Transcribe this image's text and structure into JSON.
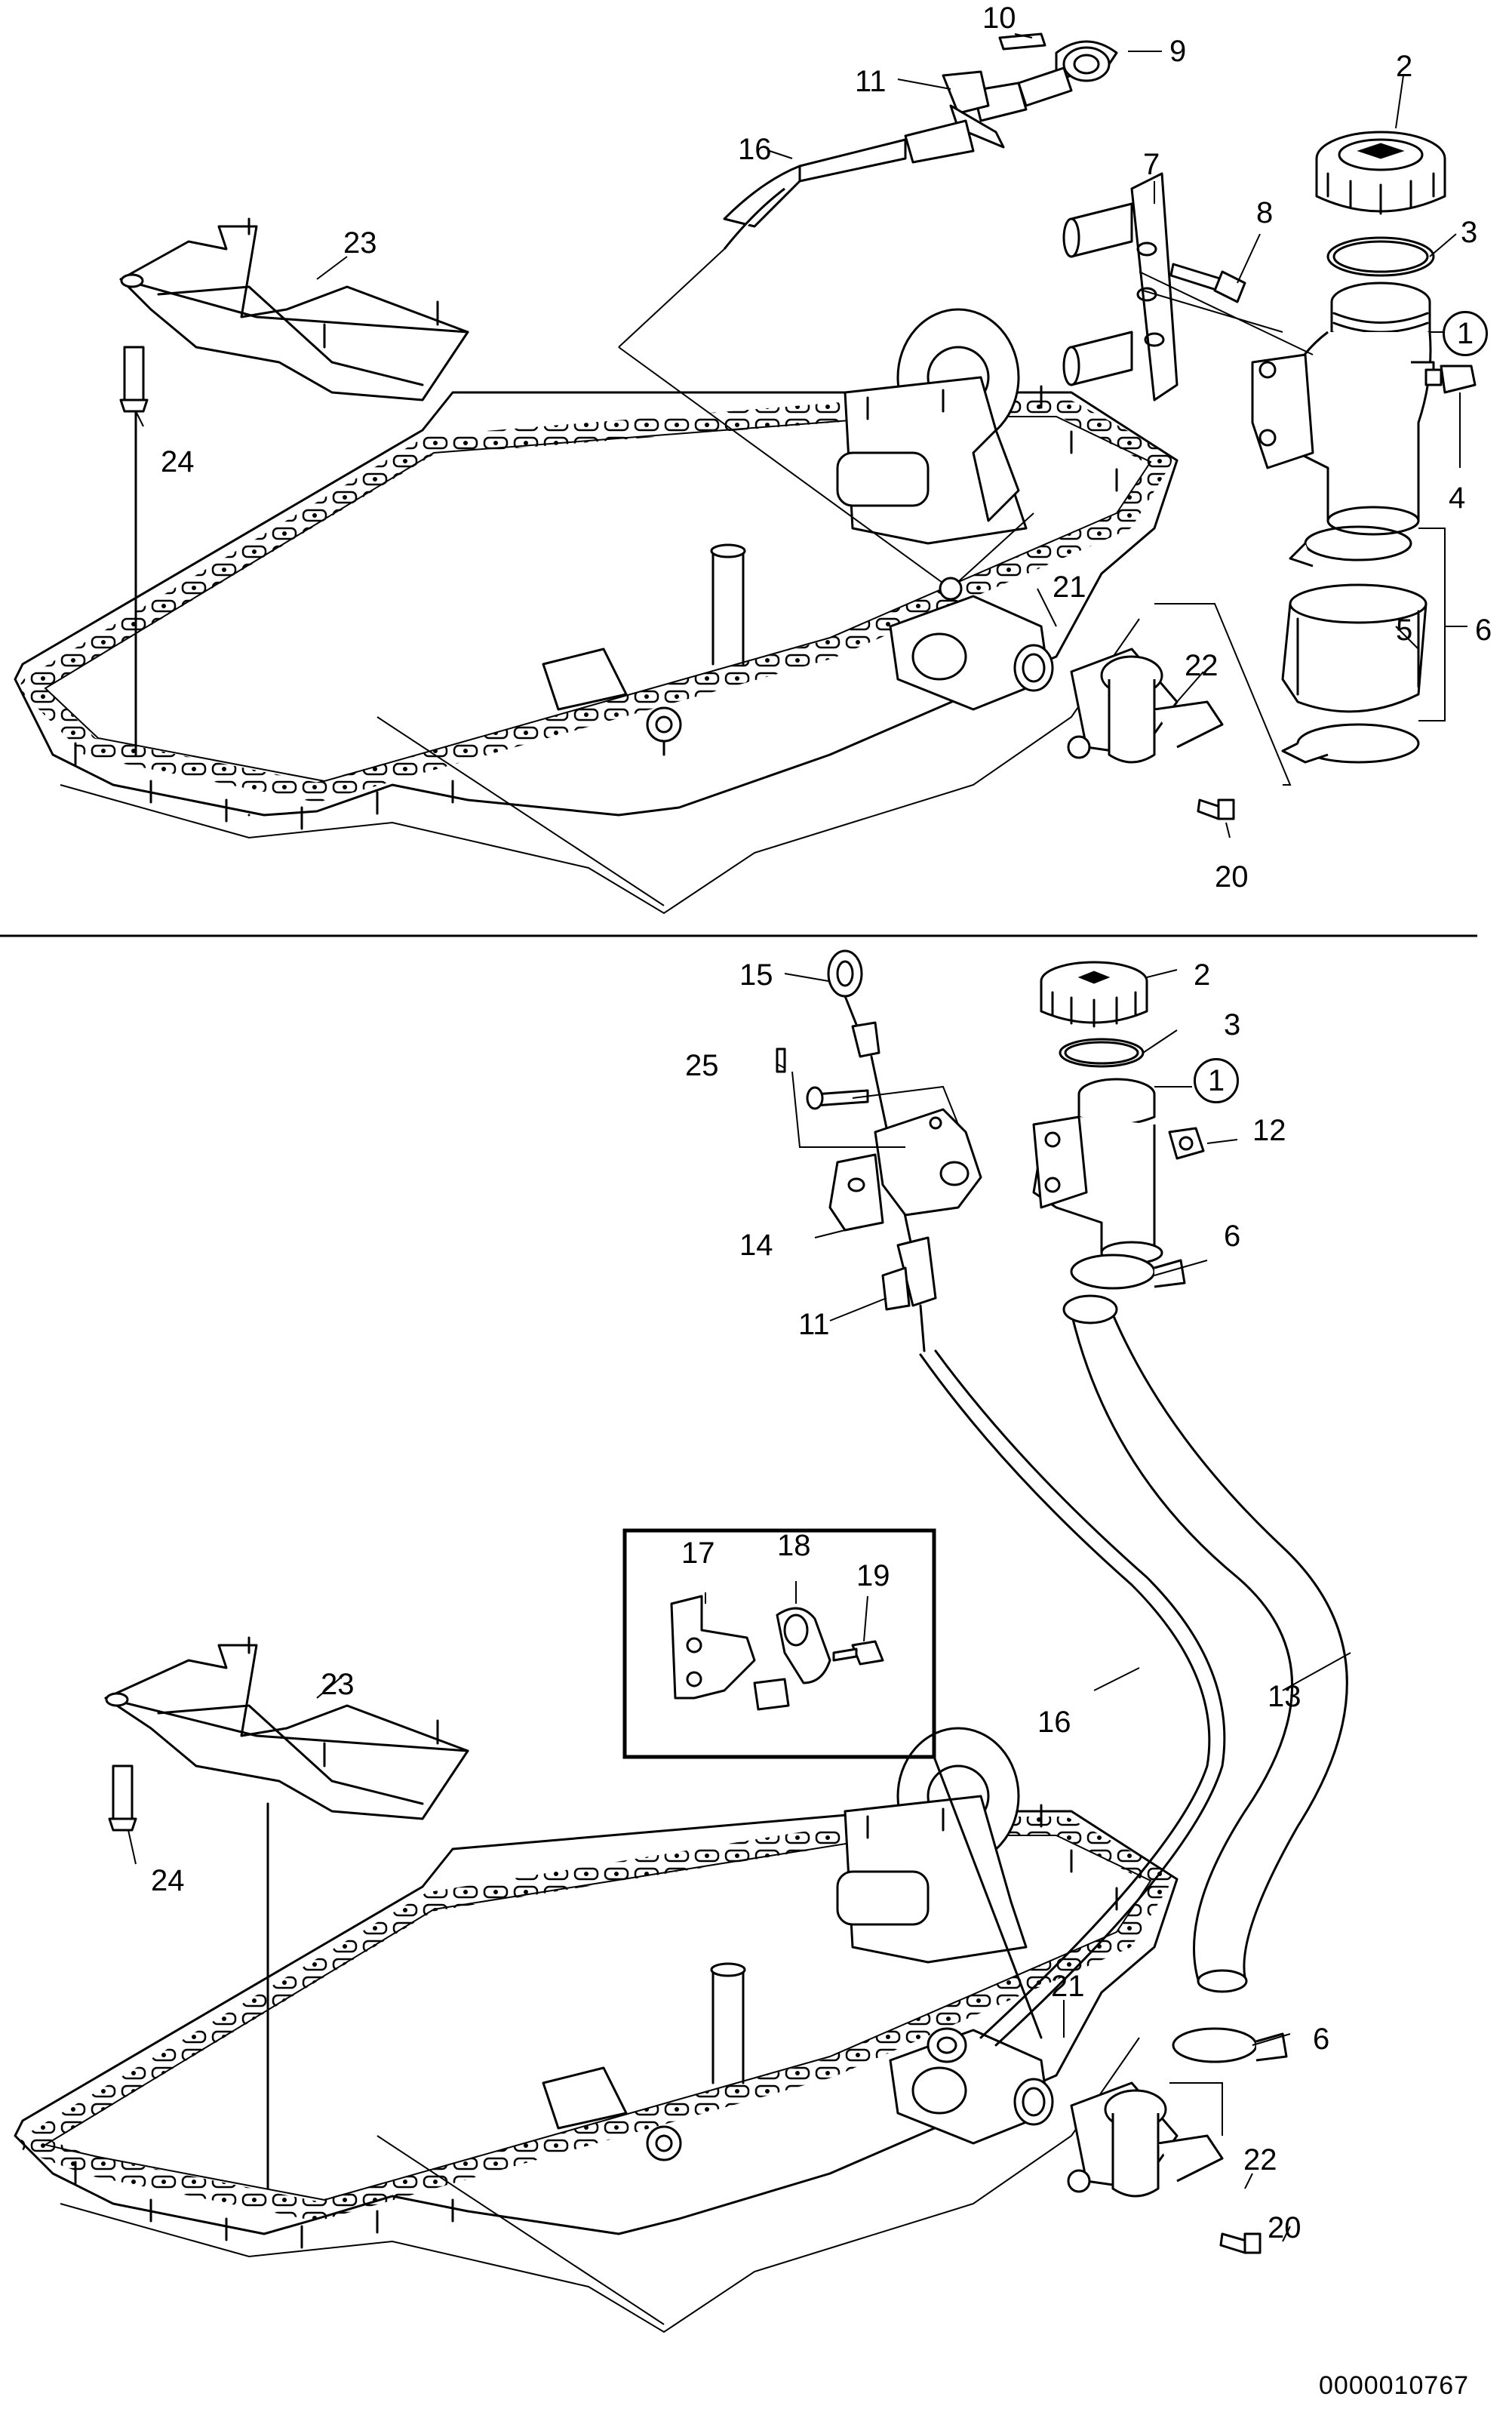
{
  "drawing_id": "0000010767",
  "top_view": {
    "callouts": [
      "10",
      "9",
      "11",
      "2",
      "16",
      "7",
      "8",
      "3",
      "23",
      "1",
      "24",
      "4",
      "21",
      "5",
      "6",
      "22",
      "20"
    ]
  },
  "bottom_view": {
    "callouts": [
      "15",
      "2",
      "25",
      "3",
      "1",
      "12",
      "14",
      "6",
      "11",
      "17",
      "18",
      "19",
      "16",
      "13",
      "23",
      "24",
      "21",
      "6",
      "22",
      "20"
    ]
  }
}
